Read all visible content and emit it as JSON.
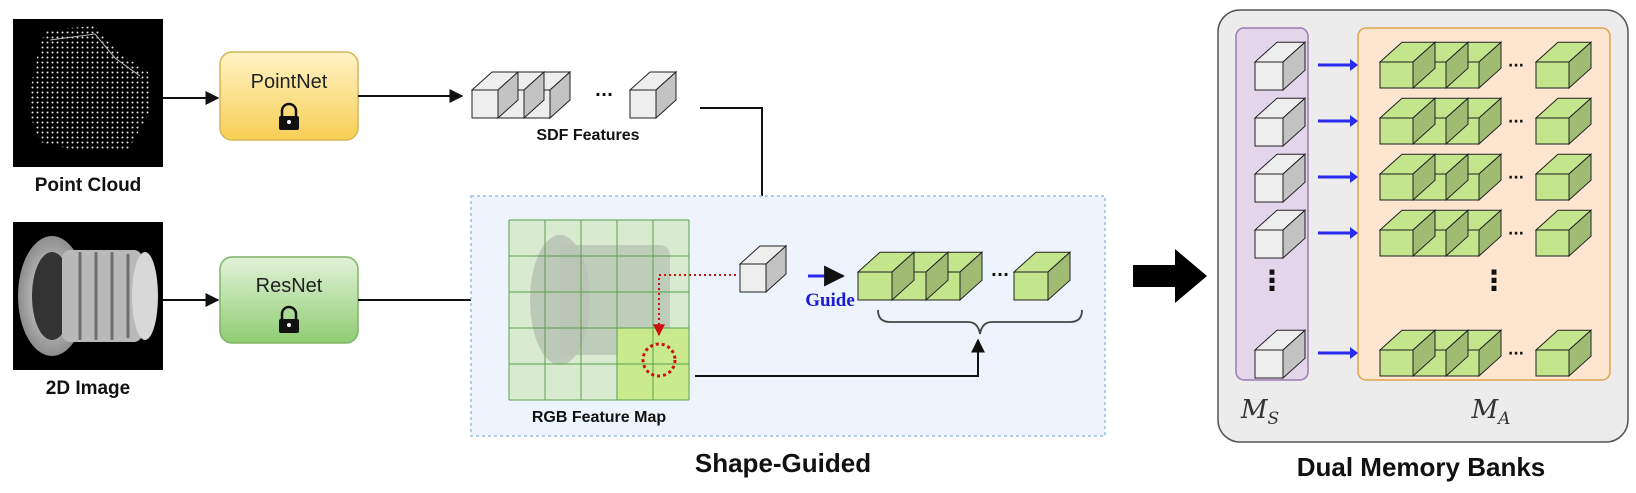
{
  "inputs": {
    "point_cloud_label": "Point Cloud",
    "image_label": "2D Image"
  },
  "networks": {
    "pointnet": "PointNet",
    "resnet": "ResNet"
  },
  "features": {
    "sdf_label": "SDF Features",
    "rgb_map_label": "RGB Feature Map",
    "guide_label": "Guide",
    "ellipsis": "···"
  },
  "sections": {
    "shape_guided": "Shape-Guided",
    "dual_memory": "Dual Memory Banks"
  },
  "memory": {
    "ms_main": "M",
    "ms_sub": "S",
    "ma_main": "M",
    "ma_sub": "A",
    "vertical_dots": "⋮"
  },
  "colors": {
    "pointnet_fill_top": "#fff2c2",
    "pointnet_fill_bottom": "#f6d05a",
    "resnet_fill_top": "#dff0d4",
    "resnet_fill_bottom": "#8fcf72",
    "green_cube": "#c3e58c",
    "gray_cube": "#eeeeee",
    "guide_blue": "#2a2af0",
    "ms_panel": "#e3d6ea",
    "ma_panel": "#fde5cf",
    "memory_bg": "#ececec",
    "shape_guided_bg": "#edf4fd",
    "red_dotted": "#cc1111"
  }
}
